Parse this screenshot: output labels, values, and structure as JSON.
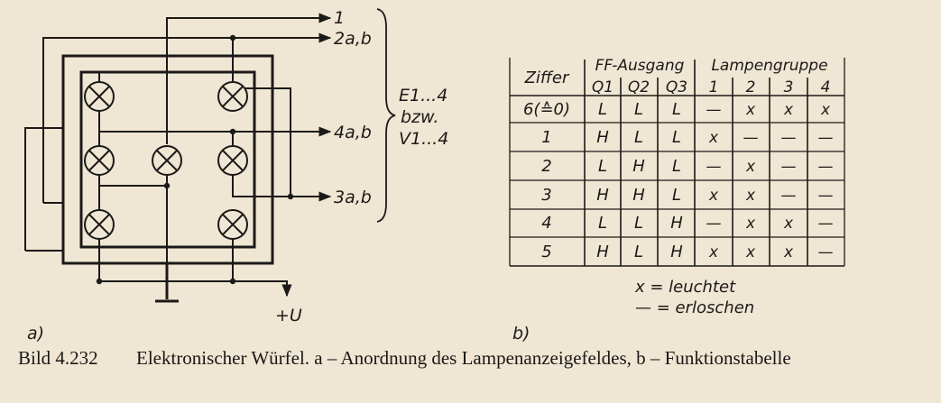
{
  "diagram_a": {
    "part_label": "a)",
    "outputs": [
      "1",
      "2a,b",
      "4a,b",
      "3a,b"
    ],
    "brace_label_lines": [
      "E1...4",
      "bzw.",
      "V1...4"
    ],
    "supply_label": "+U"
  },
  "table_b": {
    "part_label": "b)",
    "col_ziffer": "Ziffer",
    "group_ff": "FF-Ausgang",
    "group_lamp": "Lampengruppe",
    "ff_cols": [
      "Q1",
      "Q2",
      "Q3"
    ],
    "lamp_cols": [
      "1",
      "2",
      "3",
      "4"
    ],
    "rows": [
      {
        "ziffer": "6(≙0)",
        "q": [
          "L",
          "L",
          "L"
        ],
        "lamps": [
          "—",
          "x",
          "x",
          "x"
        ]
      },
      {
        "ziffer": "1",
        "q": [
          "H",
          "L",
          "L"
        ],
        "lamps": [
          "x",
          "—",
          "—",
          "—"
        ]
      },
      {
        "ziffer": "2",
        "q": [
          "L",
          "H",
          "L"
        ],
        "lamps": [
          "—",
          "x",
          "—",
          "—"
        ]
      },
      {
        "ziffer": "3",
        "q": [
          "H",
          "H",
          "L"
        ],
        "lamps": [
          "x",
          "x",
          "—",
          "—"
        ]
      },
      {
        "ziffer": "4",
        "q": [
          "L",
          "L",
          "H"
        ],
        "lamps": [
          "—",
          "x",
          "x",
          "—"
        ]
      },
      {
        "ziffer": "5",
        "q": [
          "H",
          "L",
          "H"
        ],
        "lamps": [
          "x",
          "x",
          "x",
          "—"
        ]
      }
    ],
    "legend": [
      "x = leuchtet",
      "— = erloschen"
    ]
  },
  "caption": {
    "number": "Bild 4.232",
    "text": "Elektronischer Würfel. a – Anordnung des Lampenanzeigefeldes, b – Funktionstabelle"
  }
}
